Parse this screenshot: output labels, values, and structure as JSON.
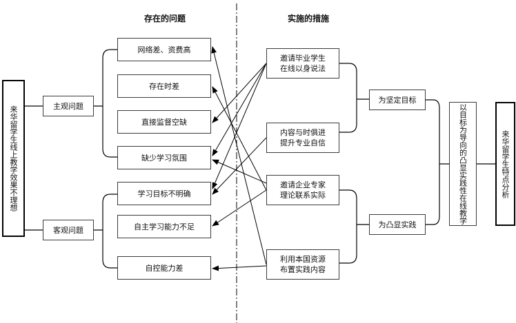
{
  "headings": {
    "problems": "存在的问题",
    "measures": "实施的措施"
  },
  "left": {
    "main": "来华留学生线上教学效果不理想"
  },
  "categories": {
    "subjective": "主观问题",
    "objective": "客观问题"
  },
  "problems": {
    "p1": "网络差、资费高",
    "p2": "存在时差",
    "p3": "直接监督空缺",
    "p4": "缺少学习氛围",
    "p5": "学习目标不明确",
    "p6": "自主学习能力不足",
    "p7": "自控能力差"
  },
  "measures": {
    "m1_line1": "邀请毕业学生",
    "m1_line2": "在线以身说法",
    "m2_line1": "内容与时俱进",
    "m2_line2": "提升专业自信",
    "m3_line1": "邀请企业专家",
    "m3_line2": "理论联系实际",
    "m4_line1": "利用本国资源",
    "m4_line2": "布置实践内容"
  },
  "goals": {
    "g1": "为坚定目标",
    "g2": "为凸显实践"
  },
  "center": {
    "text": "以目标为导向的凸显实践性在线教学"
  },
  "right": {
    "text": "来华留学生特点分析"
  }
}
